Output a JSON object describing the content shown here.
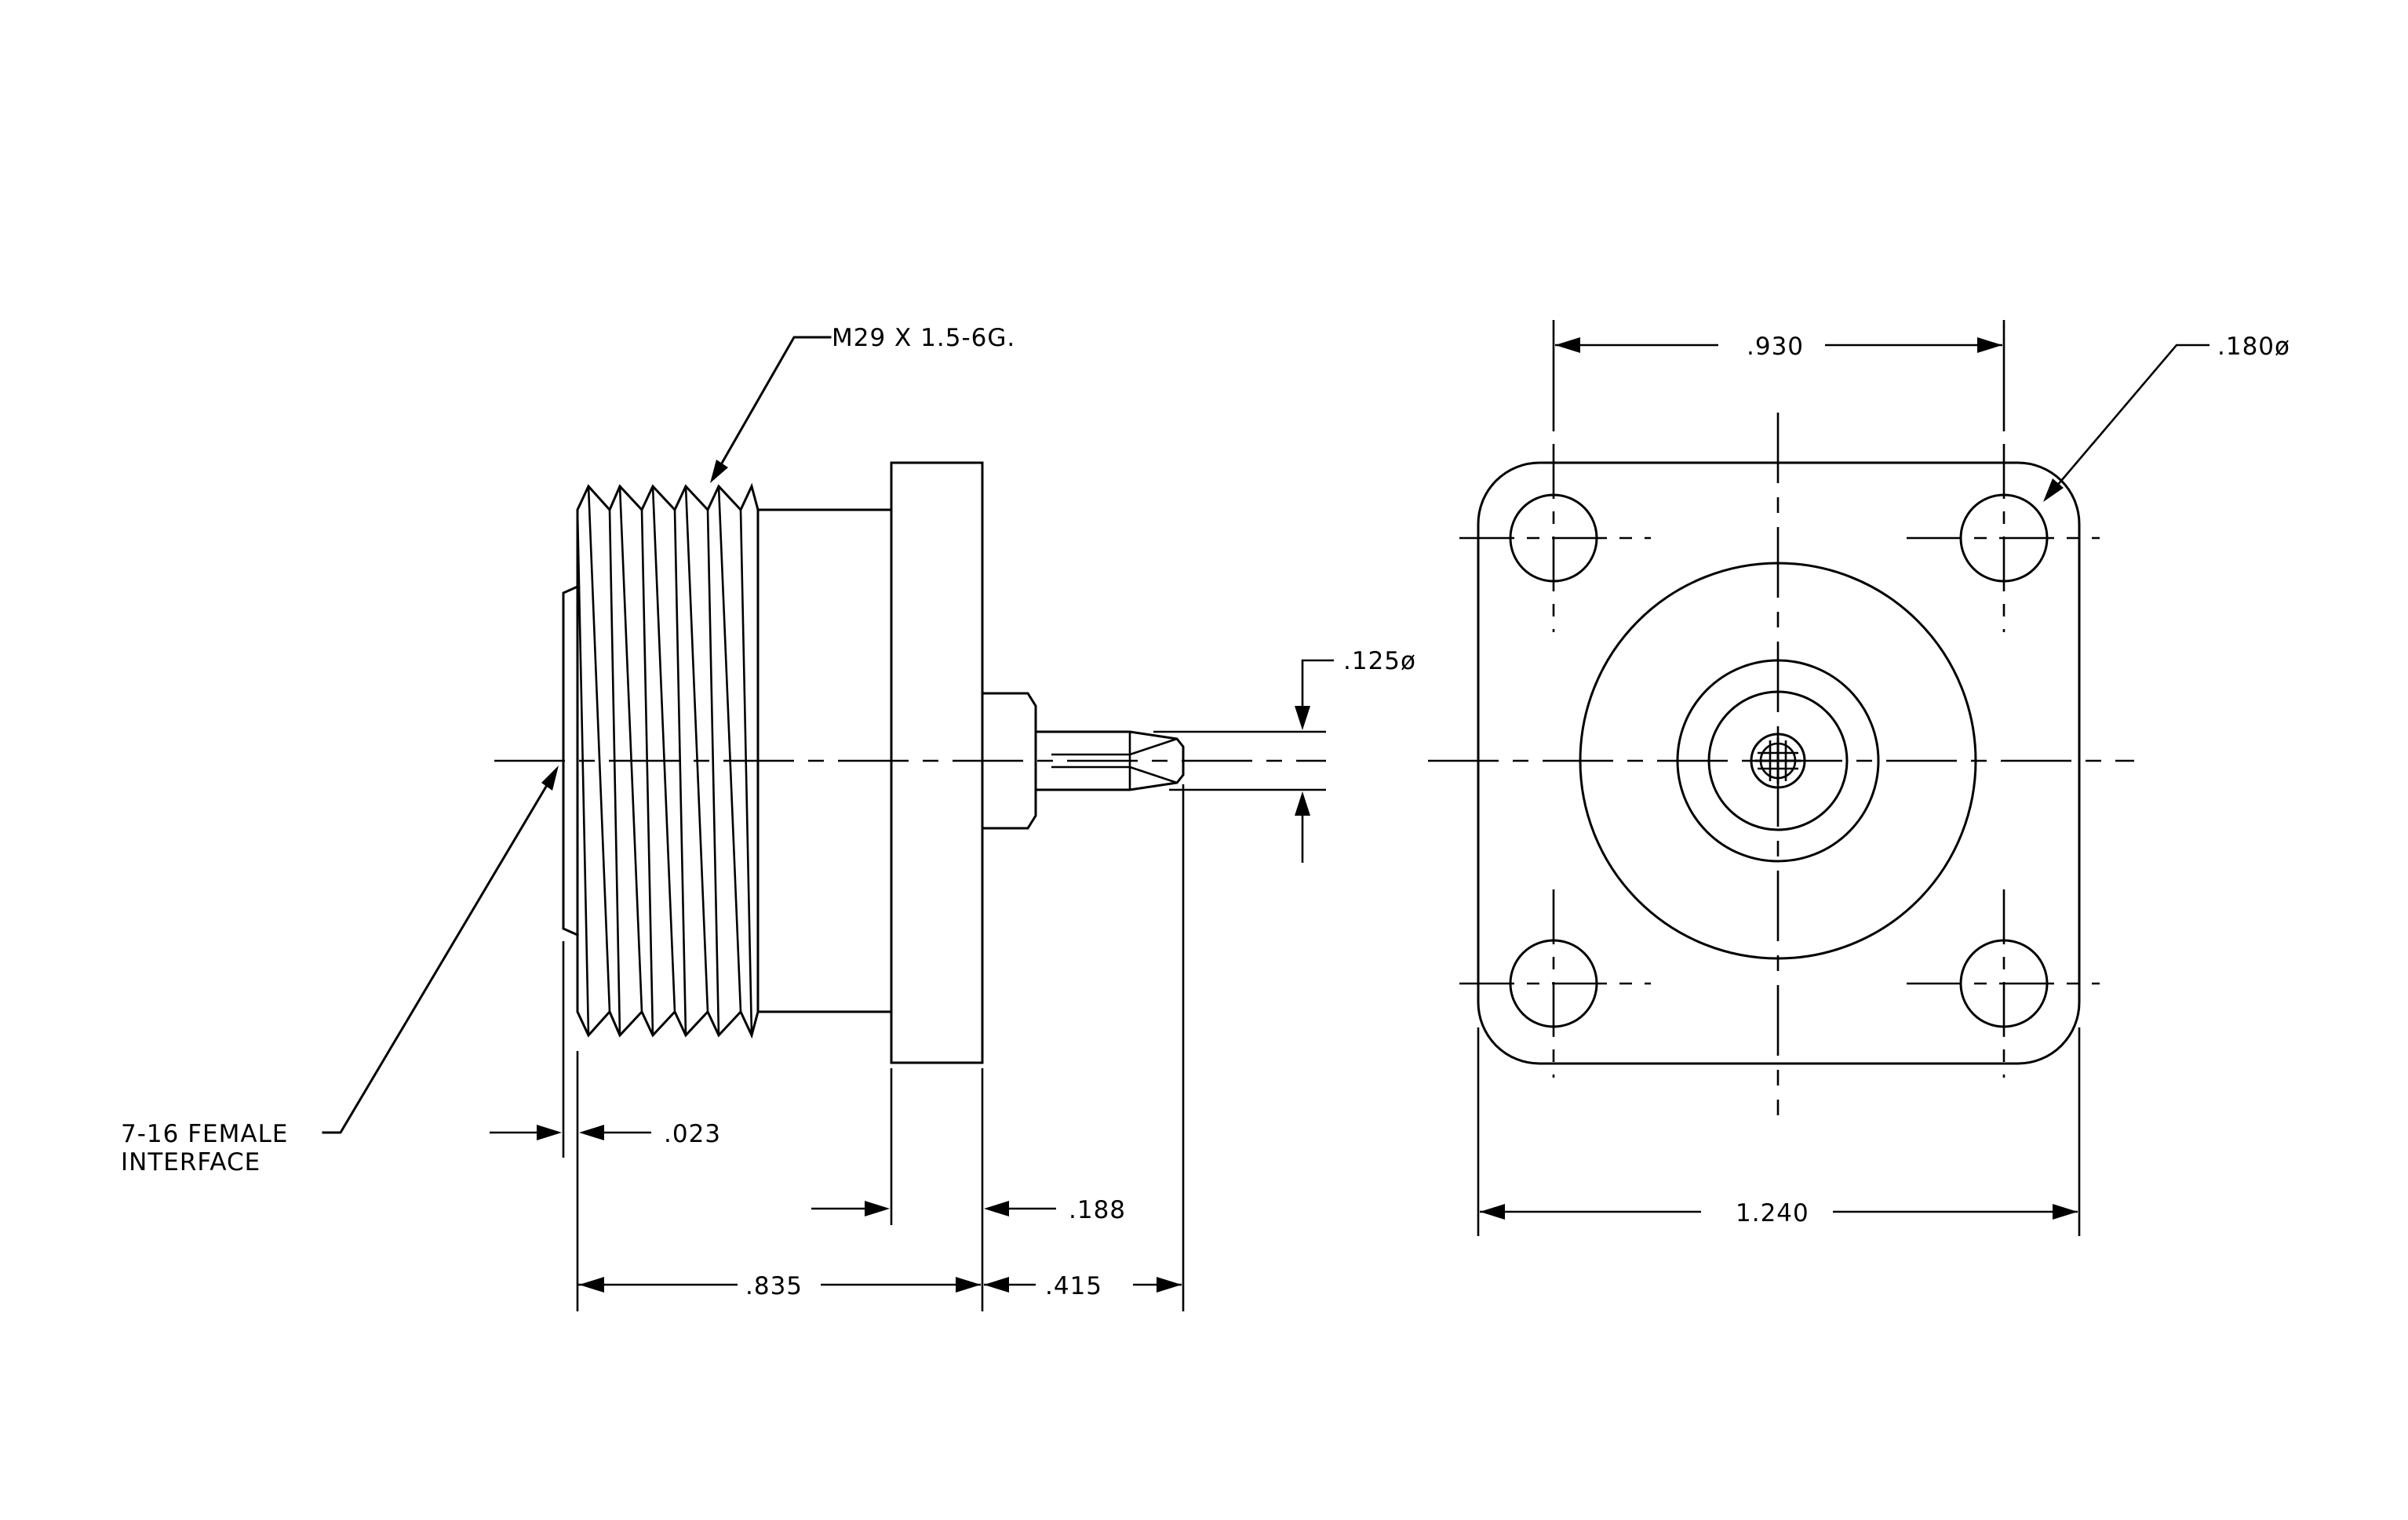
{
  "side_view": {
    "thread_callout": "M29 X 1.5-6G.",
    "interface_callout_line1": "7-16 FEMALE",
    "interface_callout_line2": "INTERFACE",
    "dim_recess": ".023",
    "dim_flange_thickness": ".188",
    "dim_body_length": ".835",
    "dim_pin_length": ".415",
    "dim_pin_diameter": ".125ø"
  },
  "front_view": {
    "dim_hole_spacing": ".930",
    "dim_hole_diameter": ".180ø",
    "dim_flange_width": "1.240"
  },
  "colors": {
    "line": "#000000",
    "background": "#ffffff"
  }
}
